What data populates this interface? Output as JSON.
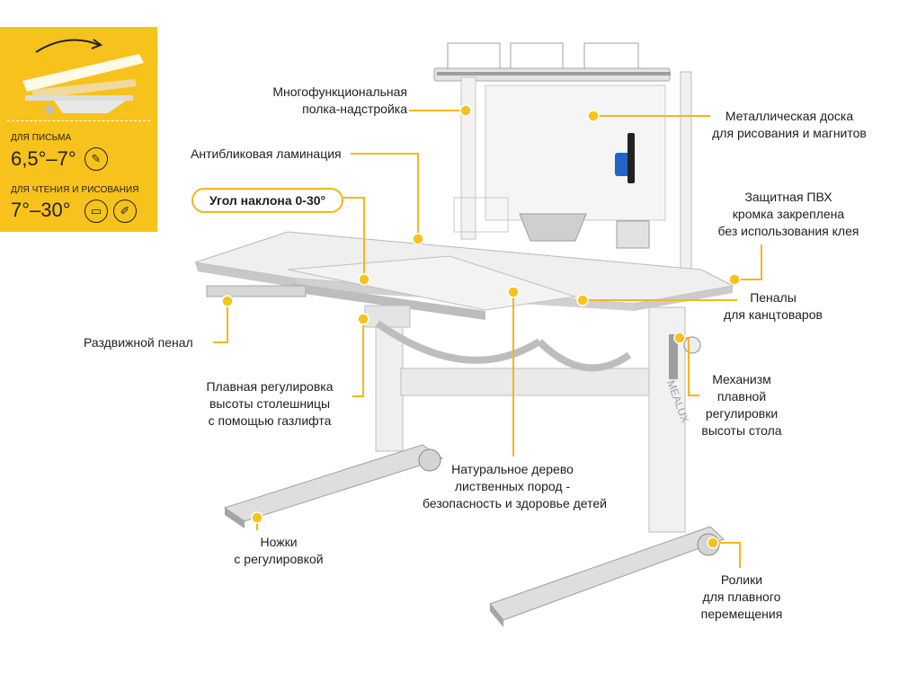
{
  "panel": {
    "writing_caption": "ДЛЯ ПИСЬМА",
    "writing_angle": "6,5°–7°",
    "reading_caption": "ДЛЯ ЧТЕНИЯ И РИСОВАНИЯ",
    "reading_angle": "7°–30°"
  },
  "callouts": {
    "shelf": [
      "Многофункциональная",
      "полка-надстройка"
    ],
    "antiglare": "Антибликовая ламинация",
    "tilt_angle": "Угол наклона 0-30°",
    "sliding_case": "Раздвижной пенал",
    "gaslift": [
      "Плавная регулировка",
      "высоты столешницы",
      "с помощью газлифта"
    ],
    "feet": [
      "Ножки",
      "с регулировкой"
    ],
    "wood": [
      "Натуральное дерево",
      "лиственных пород -",
      "безопасность и здоровье детей"
    ],
    "metal_board": [
      "Металлическая доска",
      "для рисования и магнитов"
    ],
    "pvc_edge": [
      "Защитная ПВХ",
      "кромка закреплена",
      "без использования клея"
    ],
    "pencil_cases": [
      "Пеналы",
      "для канцтоваров"
    ],
    "mechanism": [
      "Механизм",
      "плавной",
      "регулировки",
      "высоты стола"
    ],
    "rollers": [
      "Ролики",
      "для плавного",
      "перемещения"
    ]
  },
  "brand_on_leg": "MEALUX",
  "colors": {
    "accent": "#f8c21c",
    "line": "#f7b51c",
    "text": "#1e1e1e"
  }
}
